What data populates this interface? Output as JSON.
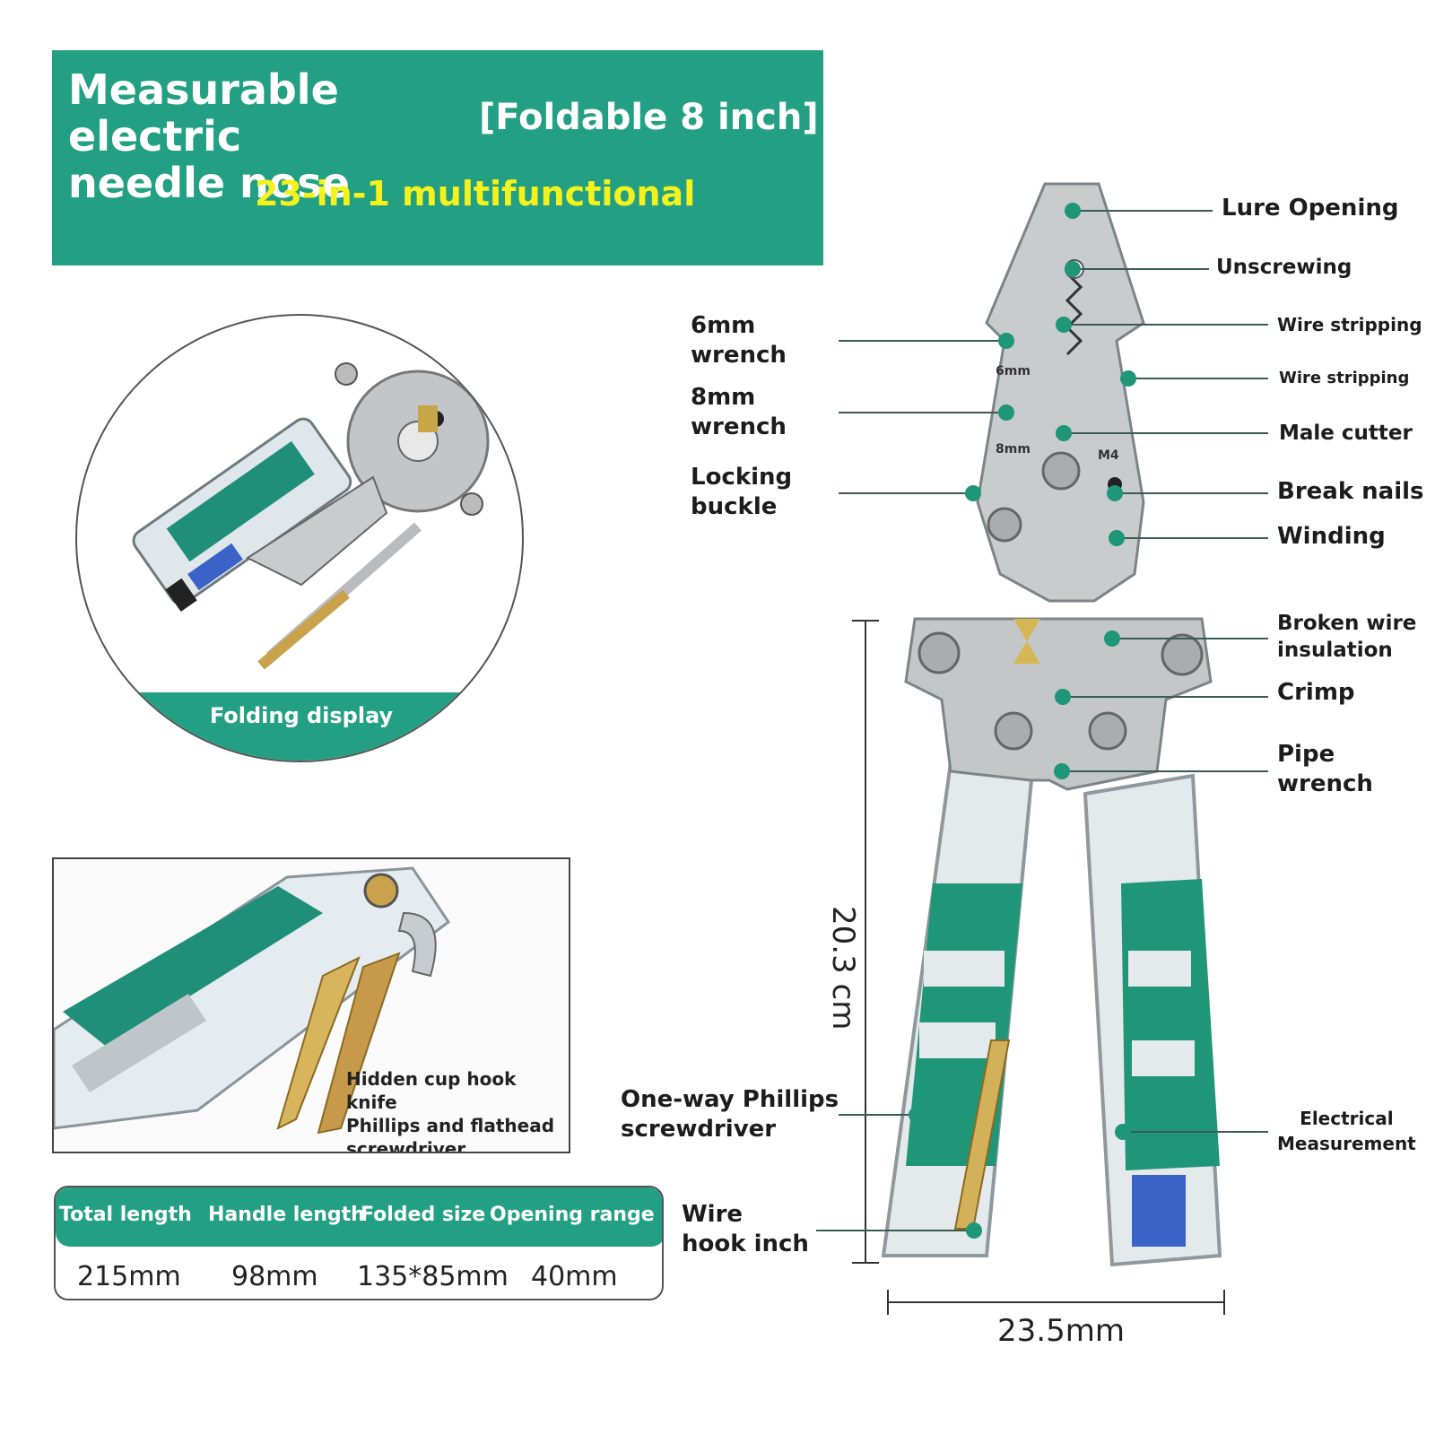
{
  "banner": {
    "title": "Measurable electric\nneedle nose",
    "subtitle": "[Foldable 8 inch]",
    "tagline": "23-in-1 multifunctional"
  },
  "fold_display": {
    "label": "Folding display"
  },
  "hook_box": {
    "caption": "Hidden cup hook knife\nPhillips and flathead\nscrewdriver"
  },
  "spec_table": {
    "headers": [
      "Total length",
      "Handle length",
      "Folded size",
      "Opening range"
    ],
    "values": [
      "215mm",
      "98mm",
      "135*85mm",
      "40mm"
    ]
  },
  "callouts_left": [
    {
      "label": "6mm\nwrench"
    },
    {
      "label": "8mm\nwrench"
    },
    {
      "label": "Locking\nbuckle"
    },
    {
      "label": "One-way Phillips\nscrewdriver"
    },
    {
      "label": "Wire\nhook inch"
    }
  ],
  "callouts_right": [
    {
      "label": "Lure Opening"
    },
    {
      "label": "Unscrewing"
    },
    {
      "label": "Wire stripping"
    },
    {
      "label": "Wire stripping"
    },
    {
      "label": "Male cutter"
    },
    {
      "label": "Break nails"
    },
    {
      "label": "Winding"
    },
    {
      "label": "Broken wire\ninsulation"
    },
    {
      "label": "Crimp"
    },
    {
      "label": "Pipe\nwrench"
    },
    {
      "label": "Electrical\nMeasurement"
    }
  ],
  "dimensions": {
    "length": "20.3 cm",
    "width": "23.5mm"
  },
  "tool_marks": {
    "mark_6mm": "6mm",
    "mark_8mm": "8mm",
    "mark_m4": "M4"
  },
  "colors": {
    "brand_green": "#23a083",
    "tagline_yellow": "#f3f21d",
    "steel": "#c9cccd"
  }
}
